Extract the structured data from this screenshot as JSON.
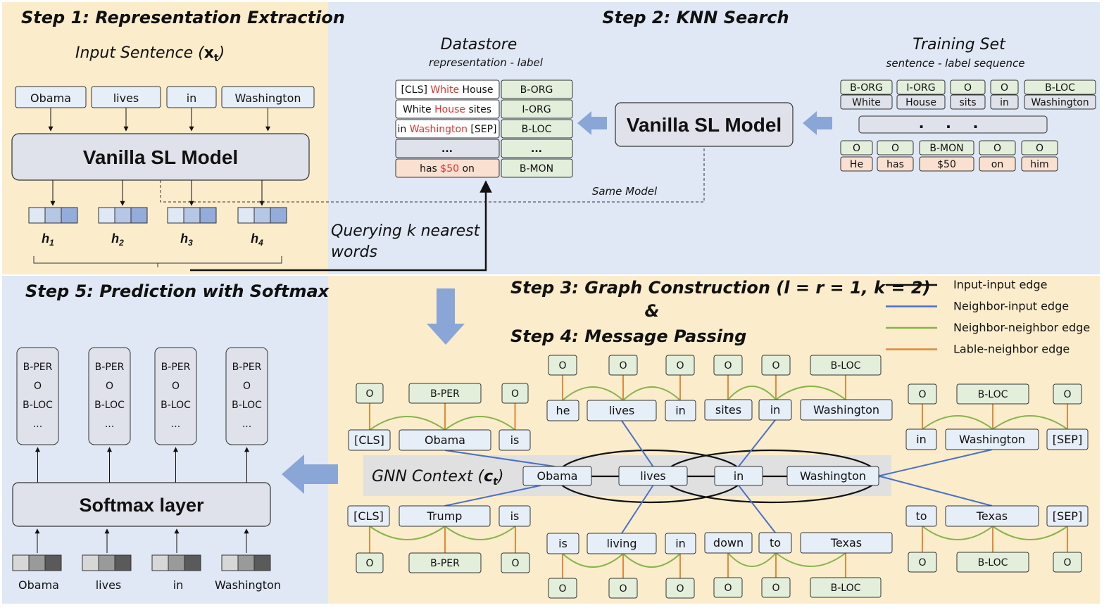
{
  "colors": {
    "step1_bg": "#fbeccb",
    "step2_bg": "#dfe8f4",
    "step5_bg": "#dfe8f4",
    "step34_bg": "#fbeccb",
    "model_box": "#dfe2ea",
    "token_box": "#e6eef8",
    "label_box": "#e3efdb",
    "highlight_box": "#f9e0d0",
    "gnn_band": "#e0e0e0",
    "red_text": "#e0332e",
    "edge_input_input": "#111111",
    "edge_neighbor_input": "#4a72c4",
    "edge_neighbor_neighbor": "#86b44a",
    "edge_label_neighbor": "#e08a3a",
    "arrow_fill": "#8aa6d6"
  },
  "step1": {
    "title": "Step 1: Representation Extraction",
    "input_caption_pre": "Input Sentence (",
    "input_caption_var": "x",
    "input_caption_sub": "t",
    "input_caption_post": ")",
    "tokens": [
      "Obama",
      "lives",
      "in",
      "Washington"
    ],
    "model": "Vanilla SL Model",
    "h_labels": [
      {
        "base": "h",
        "sub": "1"
      },
      {
        "base": "h",
        "sub": "2"
      },
      {
        "base": "h",
        "sub": "3"
      },
      {
        "base": "h",
        "sub": "4"
      }
    ]
  },
  "step2": {
    "title": "Step 2: KNN Search",
    "datastore_title": "Datastore",
    "datastore_subtitle": "representation - label",
    "datastore_rows": [
      {
        "parts": [
          {
            "t": "[CLS] ",
            "red": false
          },
          {
            "t": "White",
            "red": true
          },
          {
            "t": " House",
            "red": false
          }
        ],
        "label": "B-ORG",
        "highlight": false
      },
      {
        "parts": [
          {
            "t": "White ",
            "red": false
          },
          {
            "t": "House",
            "red": true
          },
          {
            "t": " sites",
            "red": false
          }
        ],
        "label": "I-ORG",
        "highlight": false
      },
      {
        "parts": [
          {
            "t": "in ",
            "red": false
          },
          {
            "t": "Washington",
            "red": true
          },
          {
            "t": " [SEP]",
            "red": false
          }
        ],
        "label": "B-LOC",
        "highlight": false
      },
      {
        "parts": [
          {
            "t": "...",
            "red": false
          }
        ],
        "label": "...",
        "highlight": false
      },
      {
        "parts": [
          {
            "t": "has ",
            "red": false
          },
          {
            "t": "$50",
            "red": true
          },
          {
            "t": " on",
            "red": false
          }
        ],
        "label": "B-MON",
        "highlight": true
      }
    ],
    "model": "Vanilla SL Model",
    "same_model": "Same Model",
    "training_title": "Training Set",
    "training_subtitle": "sentence - label sequence",
    "training_row1": [
      {
        "label": "B-ORG",
        "word": "White"
      },
      {
        "label": "I-ORG",
        "word": "House"
      },
      {
        "label": "O",
        "word": "sits"
      },
      {
        "label": "O",
        "word": "in"
      },
      {
        "label": "B-LOC",
        "word": "Washington"
      }
    ],
    "training_dots": ". . .",
    "training_row2": [
      {
        "label": "O",
        "word": "He"
      },
      {
        "label": "O",
        "word": "has"
      },
      {
        "label": "B-MON",
        "word": "$50"
      },
      {
        "label": "O",
        "word": "on"
      },
      {
        "label": "O",
        "word": "him"
      }
    ],
    "query_text_line1": "Querying k nearest",
    "query_text_line2": "words"
  },
  "step34": {
    "title_step3": "Step 3: Graph Construction (l = r = 1, k = 2)",
    "ampersand": "&",
    "title_step4": "Step 4: Message Passing",
    "legend": [
      {
        "label": "Input-input edge",
        "color": "#111111"
      },
      {
        "label": "Neighbor-input edge",
        "color": "#4a72c4"
      },
      {
        "label": "Neighbor-neighbor edge",
        "color": "#86b44a"
      },
      {
        "label": "Lable-neighbor edge",
        "color": "#e08a3a"
      }
    ],
    "gnn_label": "GNN Context (",
    "gnn_var": "c",
    "gnn_sub": "t",
    "gnn_post": ")",
    "input_nodes": [
      "Obama",
      "lives",
      "in",
      "Washington"
    ],
    "neighbor_groups": [
      {
        "words": [
          "[CLS]",
          "Obama",
          "is"
        ],
        "labels": [
          "O",
          "B-PER",
          "O"
        ]
      },
      {
        "words": [
          "he",
          "lives",
          "in"
        ],
        "labels": [
          "O",
          "O",
          "O"
        ]
      },
      {
        "words": [
          "sites",
          "in",
          "Washington"
        ],
        "labels": [
          "O",
          "O",
          "B-LOC"
        ]
      },
      {
        "words": [
          "in",
          "Washington",
          "[SEP]"
        ],
        "labels": [
          "O",
          "B-LOC",
          "O"
        ]
      },
      {
        "words": [
          "[CLS]",
          "Trump",
          "is"
        ],
        "labels": [
          "O",
          "B-PER",
          "O"
        ]
      },
      {
        "words": [
          "is",
          "living",
          "in"
        ],
        "labels": [
          "O",
          "O",
          "O"
        ]
      },
      {
        "words": [
          "down",
          "to",
          "Texas"
        ],
        "labels": [
          "O",
          "O",
          "B-LOC"
        ]
      },
      {
        "words": [
          "to",
          "Texas",
          "[SEP]"
        ],
        "labels": [
          "O",
          "B-LOC",
          "O"
        ]
      }
    ]
  },
  "step5": {
    "title": "Step 5: Prediction with Softmax",
    "softmax": "Softmax layer",
    "columns": [
      {
        "items": [
          {
            "t": "B-PER",
            "red": true
          },
          {
            "t": "O",
            "red": false
          },
          {
            "t": "B-LOC",
            "red": false
          },
          {
            "t": "...",
            "red": false
          }
        ]
      },
      {
        "items": [
          {
            "t": "B-PER",
            "red": false
          },
          {
            "t": "O",
            "red": true
          },
          {
            "t": "B-LOC",
            "red": false
          },
          {
            "t": "...",
            "red": false
          }
        ]
      },
      {
        "items": [
          {
            "t": "B-PER",
            "red": false
          },
          {
            "t": "O",
            "red": true
          },
          {
            "t": "B-LOC",
            "red": false
          },
          {
            "t": "...",
            "red": false
          }
        ]
      },
      {
        "items": [
          {
            "t": "B-PER",
            "red": false
          },
          {
            "t": "O",
            "red": false
          },
          {
            "t": "B-LOC",
            "red": true
          },
          {
            "t": "...",
            "red": false
          }
        ]
      }
    ],
    "words": [
      "Obama",
      "lives",
      "in",
      "Washington"
    ]
  }
}
